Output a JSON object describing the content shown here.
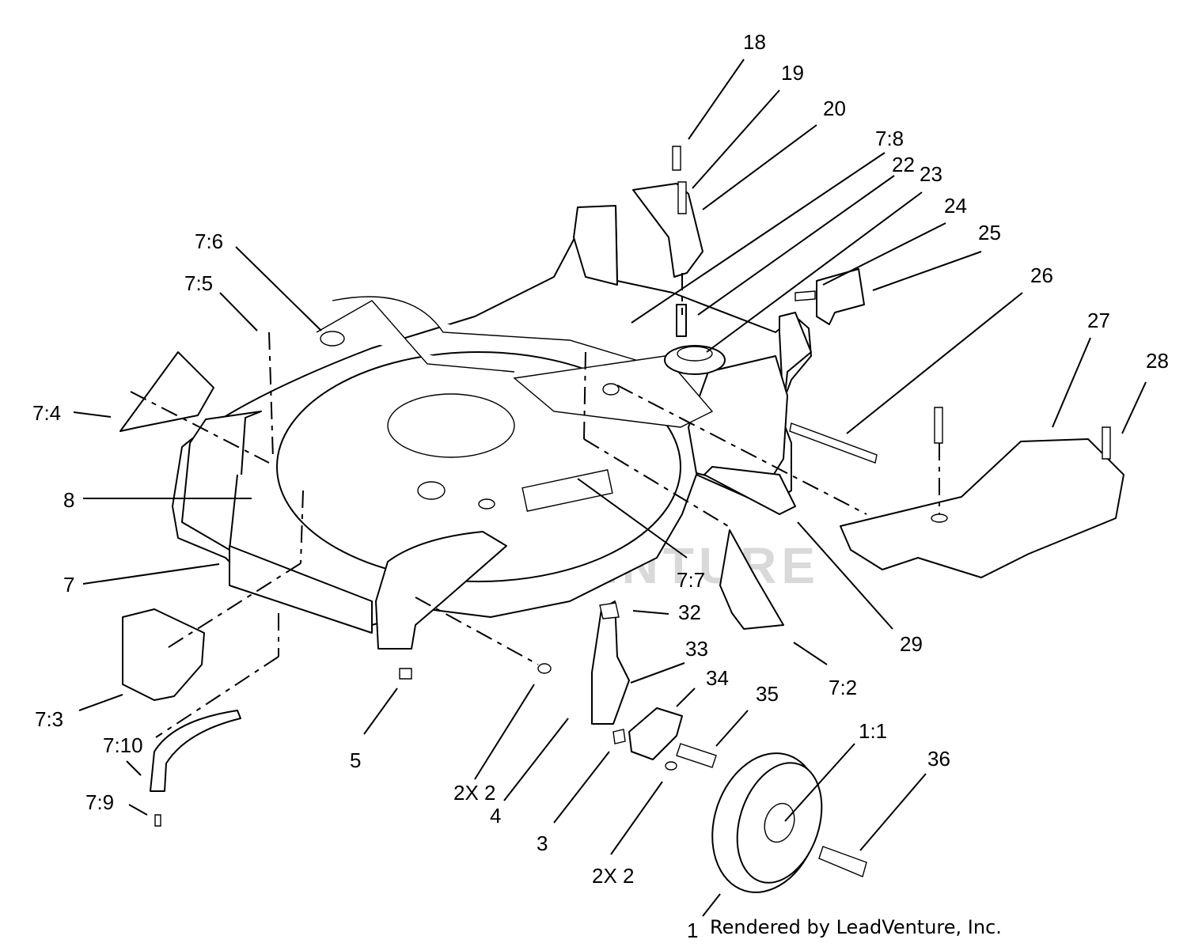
{
  "watermark": "LEADVENTURE",
  "credit": "Rendered by LeadVenture, Inc.",
  "callouts": [
    "18",
    "19",
    "20",
    "7:8",
    "22",
    "23",
    "24",
    "25",
    "26",
    "27",
    "28",
    "7:6",
    "7:5",
    "7:4",
    "8",
    "7",
    "7:7",
    "32",
    "33",
    "34",
    "35",
    "29",
    "7:2",
    "36",
    "1:1",
    "7:3",
    "7:10",
    "7:9",
    "5",
    "2X 2",
    "4",
    "3",
    "2X 2",
    "1"
  ]
}
